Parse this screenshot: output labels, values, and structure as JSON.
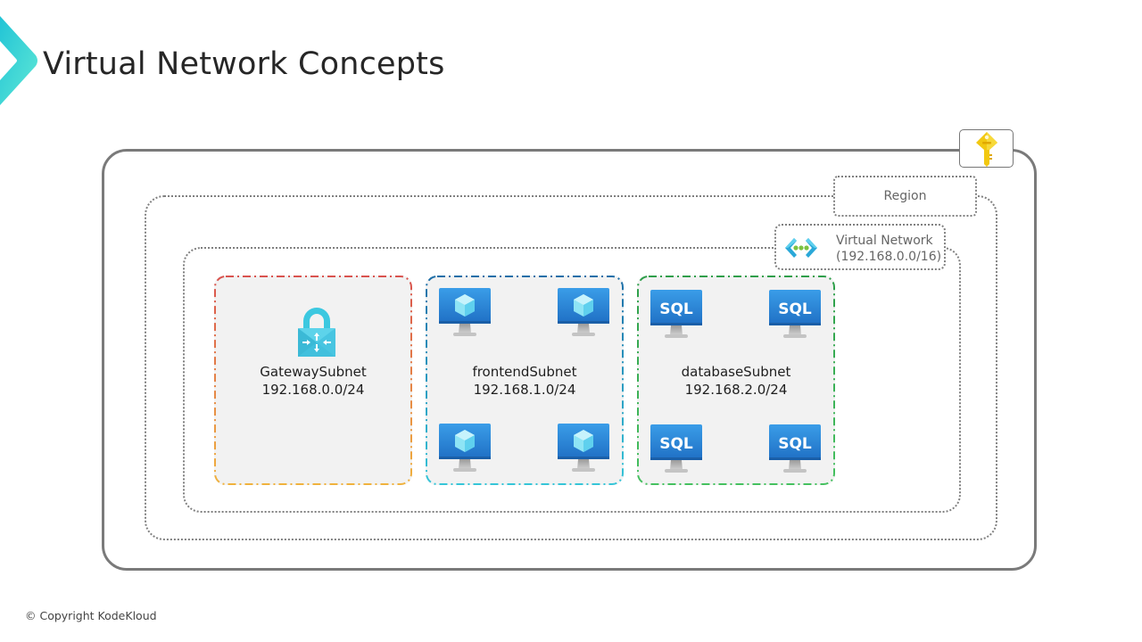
{
  "header": {
    "title": "Virtual Network Concepts",
    "brand_color": "#3cd3d6"
  },
  "diagram": {
    "subscription": {
      "icon": "key-icon",
      "icon_color": "#f2c811"
    },
    "region": {
      "label": "Region"
    },
    "virtual_network": {
      "icon": "virtual-network-icon",
      "label_line1": "Virtual Network",
      "label_line2": "(192.168.0.0/16)"
    },
    "subnets": [
      {
        "name": "GatewaySubnet",
        "cidr": "192.168.0.0/24",
        "icon": "vpn-gateway-lock-icon",
        "resource_count": 1,
        "border_colors": [
          "#d9534f",
          "#f0b23e"
        ]
      },
      {
        "name": "frontendSubnet",
        "cidr": "192.168.1.0/24",
        "icon": "virtual-machine-icon",
        "resource_count": 4,
        "border_colors": [
          "#1f6fa8",
          "#36c5d8"
        ]
      },
      {
        "name": "databaseSubnet",
        "cidr": "192.168.2.0/24",
        "icon": "sql-vm-icon",
        "icon_text": "SQL",
        "resource_count": 4,
        "border_colors": [
          "#2e9e4a",
          "#46c160"
        ]
      }
    ]
  },
  "footer": {
    "copyright": "© Copyright KodeKloud"
  }
}
